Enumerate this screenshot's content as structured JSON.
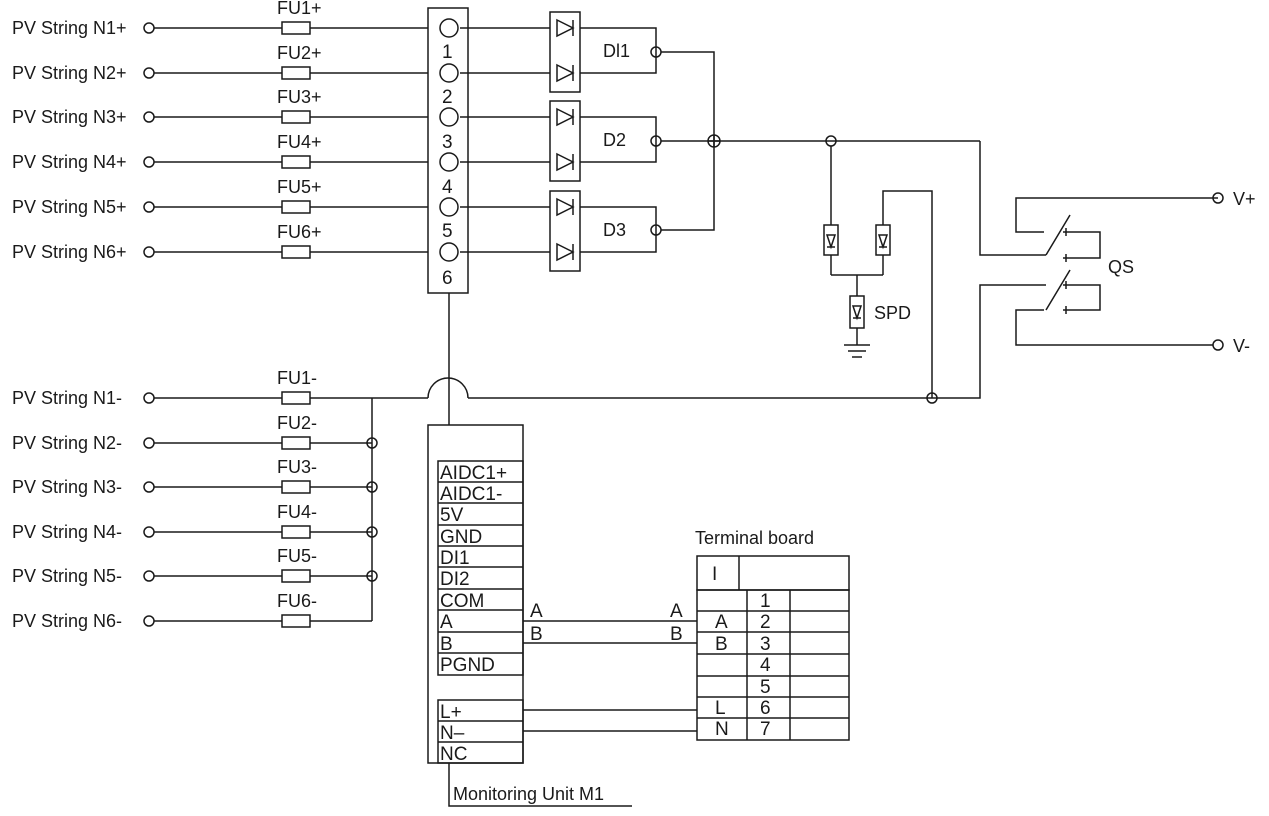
{
  "pv_plus": [
    "PV String N1+",
    "PV String N2+",
    "PV String N3+",
    "PV String N4+",
    "PV String N5+",
    "PV String N6+"
  ],
  "pv_minus": [
    "PV String N1-",
    "PV String N2-",
    "PV String N3-",
    "PV String N4-",
    "PV String N5-",
    "PV String N6-"
  ],
  "fuses_plus": [
    "FU1+",
    "FU2+",
    "FU3+",
    "FU4+",
    "FU5+",
    "FU6+"
  ],
  "fuses_minus": [
    "FU1-",
    "FU2-",
    "FU3-",
    "FU4-",
    "FU5-",
    "FU6-"
  ],
  "terminal_numbers": [
    "1",
    "2",
    "3",
    "4",
    "5",
    "6"
  ],
  "diodes": [
    "Dl1",
    "D2",
    "D3"
  ],
  "spd": "SPD",
  "qs": "QS",
  "outputs": [
    "V+",
    "V-"
  ],
  "monitoring": {
    "title": "Monitoring Unit M1",
    "pins": [
      "AIDC1+",
      "AIDC1-",
      "5V",
      "GND",
      "DI1",
      "DI2",
      "COM",
      "A",
      "B",
      "PGND"
    ],
    "power_pins": [
      "L+",
      "N–",
      "NC"
    ],
    "signal_a": "A",
    "signal_b": "B"
  },
  "terminal_board": {
    "title": "Terminal board",
    "header": "I",
    "rows": [
      {
        "left": "",
        "num": "1"
      },
      {
        "left": "A",
        "num": "2"
      },
      {
        "left": "B",
        "num": "3"
      },
      {
        "left": "",
        "num": "4"
      },
      {
        "left": "",
        "num": "5"
      },
      {
        "left": "L",
        "num": "6"
      },
      {
        "left": "N",
        "num": "7"
      }
    ],
    "in_a": "A",
    "in_b": "B"
  }
}
